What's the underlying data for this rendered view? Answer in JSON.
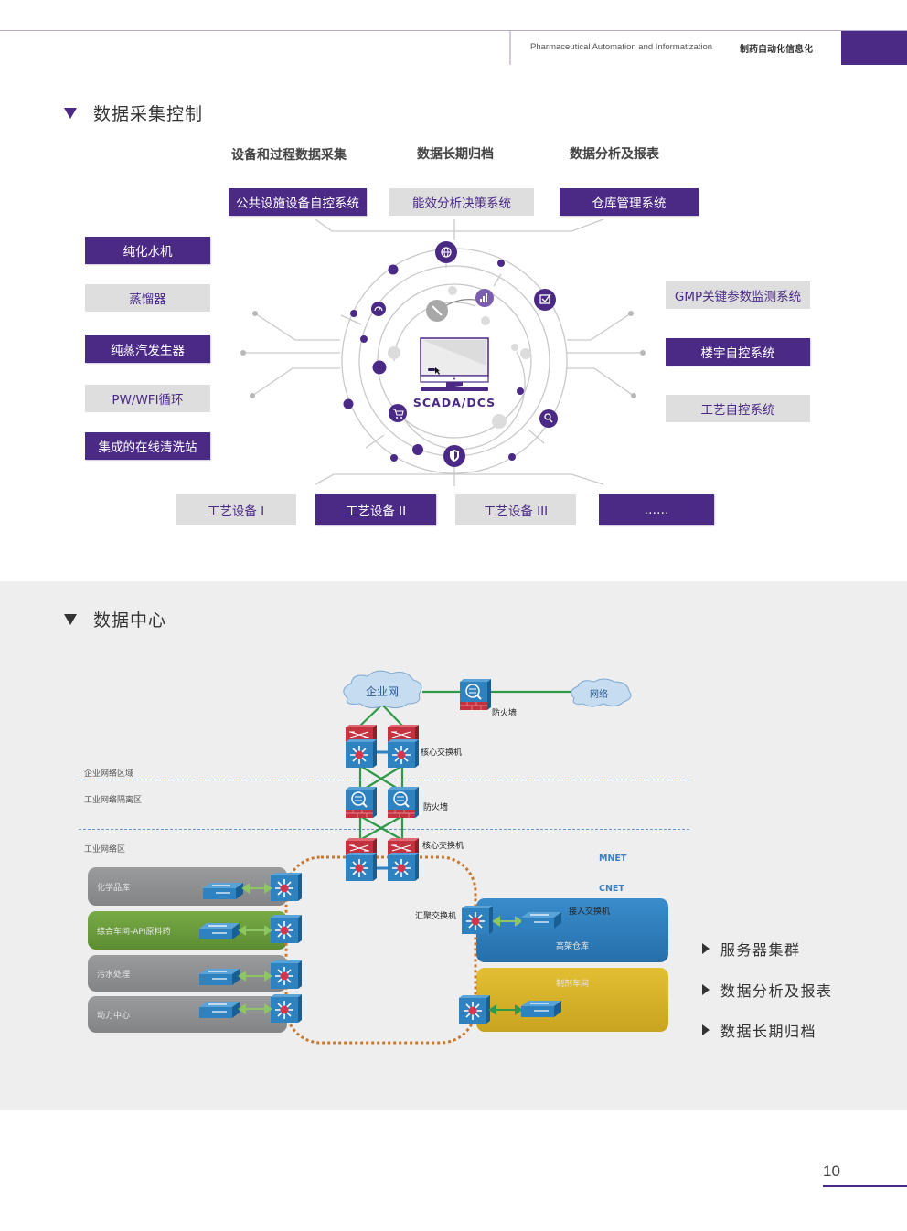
{
  "header": {
    "title_en": "Pharmaceutical Automation and Informatization",
    "title_cn": "制药自动化信息化"
  },
  "section1": {
    "title": "数据采集控制",
    "categories": [
      "设备和过程数据采集",
      "数据长期归档",
      "数据分析及报表"
    ],
    "top_systems": [
      {
        "label": "公共设施设备自控系统",
        "style": "purple"
      },
      {
        "label": "能效分析决策系统",
        "style": "gray"
      },
      {
        "label": "仓库管理系统",
        "style": "purple"
      }
    ],
    "left_systems": [
      {
        "label": "纯化水机",
        "style": "purple"
      },
      {
        "label": "蒸馏器",
        "style": "gray"
      },
      {
        "label": "纯蒸汽发生器",
        "style": "purple"
      },
      {
        "label": "PW/WFI循环",
        "style": "gray"
      },
      {
        "label": "集成的在线清洗站",
        "style": "purple"
      }
    ],
    "right_systems": [
      {
        "label": "GMP关键参数监测系统",
        "style": "gray"
      },
      {
        "label": "楼宇自控系统",
        "style": "purple"
      },
      {
        "label": "工艺自控系统",
        "style": "gray"
      }
    ],
    "bottom_systems": [
      {
        "label": "工艺设备 I",
        "style": "gray"
      },
      {
        "label": "工艺设备 II",
        "style": "purple"
      },
      {
        "label": "工艺设备 III",
        "style": "gray"
      },
      {
        "label": "……",
        "style": "purple"
      }
    ],
    "center_label": "SCADA/DCS",
    "ring_icons": [
      "globe-icon",
      "chart-icon",
      "checkbox-icon",
      "search-icon",
      "shield-icon",
      "cart-icon",
      "gauge-icon",
      "pen-icon"
    ]
  },
  "section2": {
    "title": "数据中心",
    "network": {
      "enterprise_net": "企业网",
      "internet": "网络",
      "firewall_top": "防火墙",
      "core_switch_top": "核心交换机",
      "firewall_mid": "防火墙",
      "core_switch_bottom": "核心交换机",
      "aggregation_switch": "汇聚交换机",
      "access_switch": "接入交换机",
      "mnet": "MNET",
      "cnet": "CNET"
    },
    "zones": [
      "企业网络区域",
      "工业网络隔离区",
      "工业网络区"
    ],
    "left_areas": [
      {
        "label": "化学品库",
        "color": "#8f9092"
      },
      {
        "label": "综合车间-API原料药",
        "color": "#6a9a3c"
      },
      {
        "label": "污水处理",
        "color": "#8f9092"
      },
      {
        "label": "动力中心",
        "color": "#8f9092"
      }
    ],
    "right_areas": [
      {
        "label": "高架仓库",
        "color": "#2f7cbd"
      },
      {
        "label": "制剂车间",
        "color": "#d8b42a"
      }
    ],
    "bullets": [
      "服务器集群",
      "数据分析及报表",
      "数据长期归档"
    ]
  },
  "page_number": "10",
  "colors": {
    "brand_purple": "#4b2a86",
    "box_gray": "#dedede",
    "section_bg": "#eeeeee",
    "link_green": "#2e9a48",
    "ring_orange": "#c8782e"
  }
}
